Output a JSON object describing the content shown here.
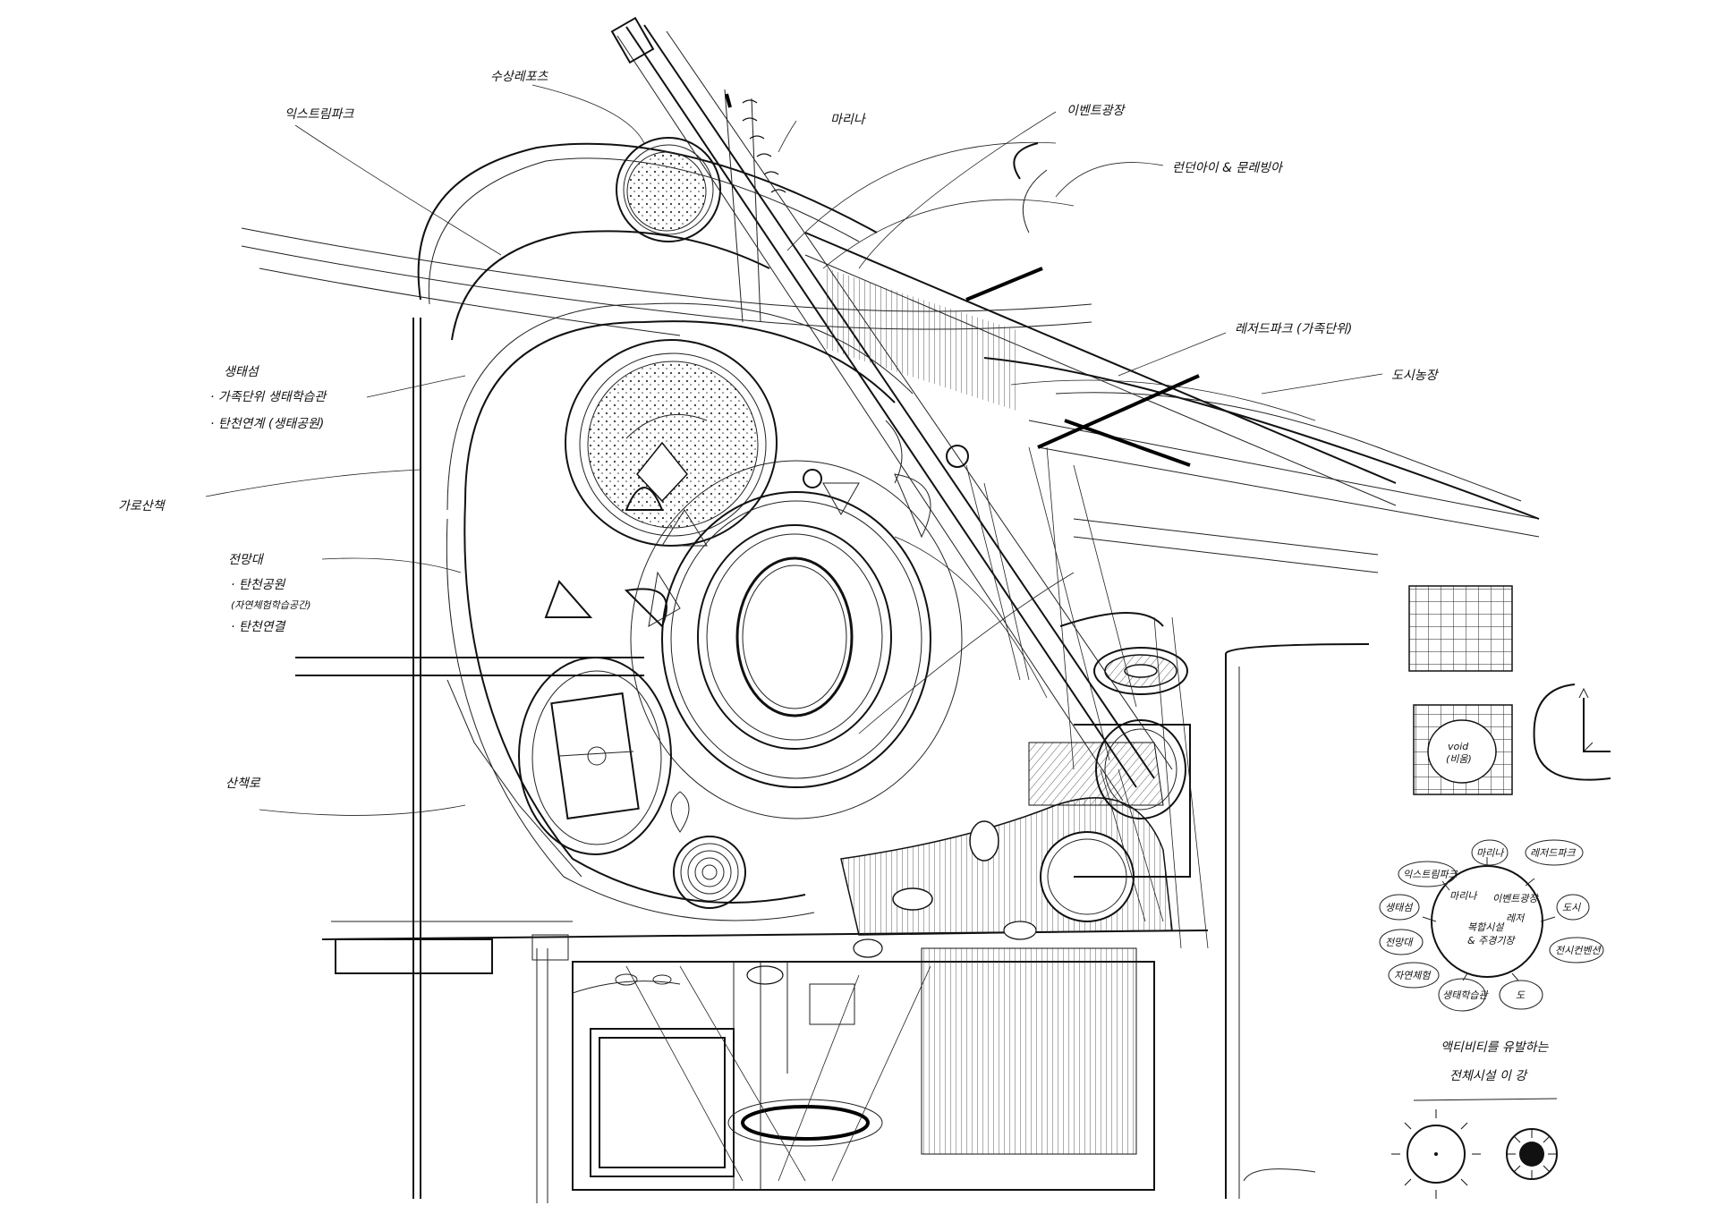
{
  "labels": {
    "floating_road": "수상레포츠",
    "outdoor_park": "익스트림파크",
    "marina": "마리나",
    "event_plaza": "이벤트광장",
    "london_eye": "런던아이 & 문레빙아",
    "leisure_park": "레저드파크 (가족단위)",
    "urban_farm": "도시농장",
    "eco_island": "생태섬",
    "eco_learning": "· 가족단위 생태학습관",
    "eco_link": "· 탄천연계 (생태공원)",
    "ga_path": "가로산책",
    "observatory": "전망대",
    "tancheon_park": "· 탄천공원",
    "tancheon_park_sub": "(자연체험학습공간)",
    "tancheon_link": "· 탄천연결",
    "walkway": "산책로",
    "void_label": "void",
    "void_sub": "(비움)",
    "activity_note": "액티비티를 유발하는",
    "activity_note2": "전체시설 이 강"
  },
  "bubble_diagram": {
    "center_lines": [
      "복합시설",
      "& 주경기장"
    ],
    "inner": [
      "마리나",
      "이벤트광장",
      "레저"
    ],
    "outer": [
      "익스트림파크",
      "마리나",
      "레저드파크",
      "생태섬",
      "도시",
      "전망대",
      "전시컨벤션",
      "자연체험",
      "생태학습관",
      "도"
    ]
  }
}
